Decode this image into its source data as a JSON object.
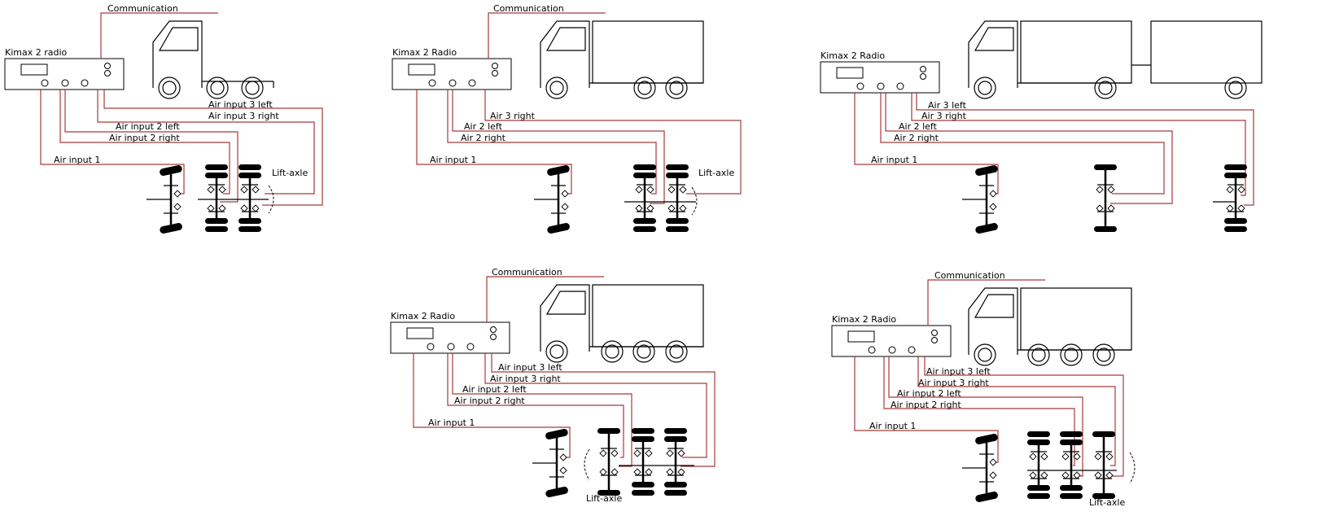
{
  "diagrams": [
    {
      "id": "d1",
      "device_label": "Kimax 2 radio",
      "communication_label": "Communication",
      "air_inputs": [
        "Air input 3 left",
        "Air input 3 right",
        "Air input 2 left",
        "Air input 2 right",
        "Air input 1"
      ],
      "lift_axle_label": "Lift-axle"
    },
    {
      "id": "d2",
      "device_label": "Kimax 2 Radio",
      "communication_label": "Communication",
      "air_inputs": [
        "Air 3 right",
        "Air 2 left",
        "Air 2 right",
        "Air input 1"
      ],
      "lift_axle_label": "Lift-axle"
    },
    {
      "id": "d3",
      "device_label": "Kimax 2 Radio",
      "air_inputs": [
        "Air 3 left",
        "Air 3 right",
        "Air 2 left",
        "Air 2 right",
        "Air input 1"
      ]
    },
    {
      "id": "d4",
      "device_label": "Kimax 2 Radio",
      "communication_label": "Communication",
      "air_inputs": [
        "Air input 3 left",
        "Air input 3 right",
        "Air input 2 left",
        "Air input 2 right",
        "Air input 1"
      ],
      "lift_axle_label": "Lift-axle"
    },
    {
      "id": "d5",
      "device_label": "Kimax 2 Radio",
      "communication_label": "Communication",
      "air_inputs": [
        "Air input 3 left",
        "Air input 3 right",
        "Air input 2 left",
        "Air input 2 right",
        "Air input 1"
      ],
      "lift_axle_label": "Lift-axle"
    }
  ]
}
